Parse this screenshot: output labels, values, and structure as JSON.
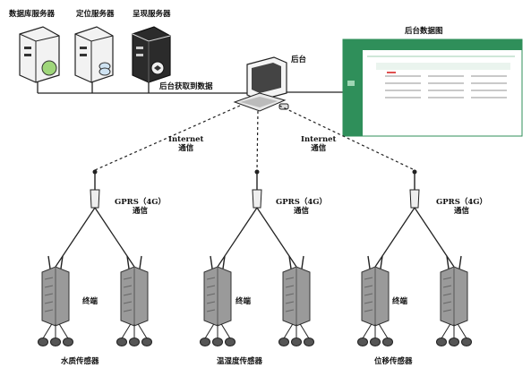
{
  "servers": {
    "database_label": "数据库服务器",
    "location_label": "定位服务器",
    "display_label": "呈现服务器"
  },
  "backend": {
    "host_label": "后台",
    "fetch_label": "后台获取到数据",
    "screen_title": "后台数据图"
  },
  "links": {
    "internet_label": "Internet\n通信",
    "gprs_label": "GPRS（4G）\n通信"
  },
  "groups": [
    {
      "terminal_label": "终端",
      "sensor_label": "水质传感器"
    },
    {
      "terminal_label": "终端",
      "sensor_label": "温湿度传感器"
    },
    {
      "terminal_label": "终端",
      "sensor_label": "位移传感器"
    }
  ],
  "colors": {
    "screen_green": "#2f8f5a",
    "line": "#222222"
  }
}
